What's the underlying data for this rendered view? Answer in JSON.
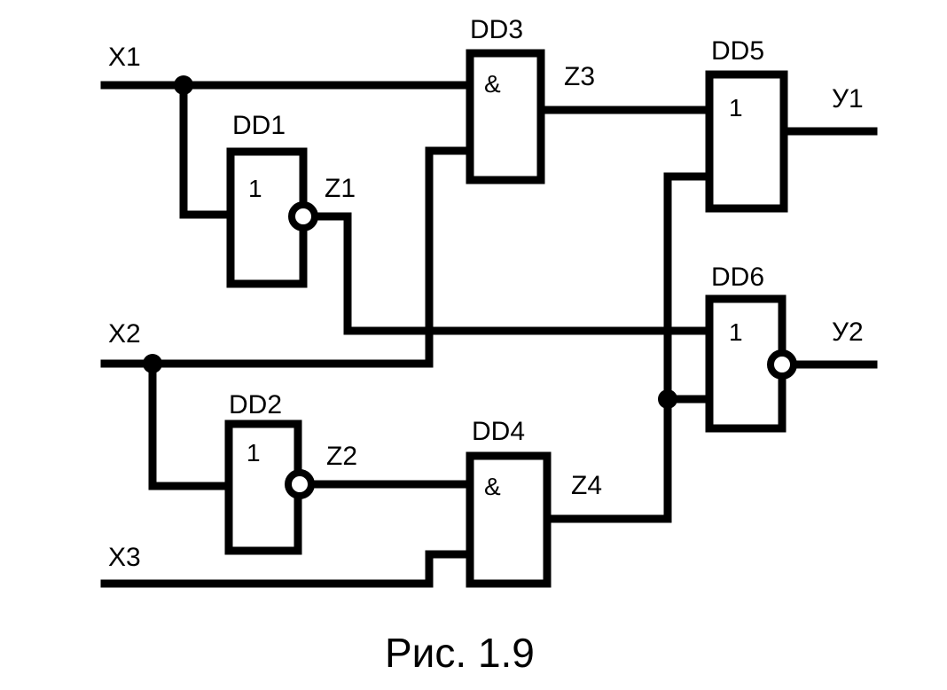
{
  "inputs": {
    "x1": "X1",
    "x2": "X2",
    "x3": "X3"
  },
  "outputs": {
    "y1": "У1",
    "y2": "У2"
  },
  "gates": {
    "dd1": {
      "name": "DD1",
      "symbol": "1"
    },
    "dd2": {
      "name": "DD2",
      "symbol": "1"
    },
    "dd3": {
      "name": "DD3",
      "symbol": "&"
    },
    "dd4": {
      "name": "DD4",
      "symbol": "&"
    },
    "dd5": {
      "name": "DD5",
      "symbol": "1"
    },
    "dd6": {
      "name": "DD6",
      "symbol": "1"
    }
  },
  "signals": {
    "z1": "Z1",
    "z2": "Z2",
    "z3": "Z3",
    "z4": "Z4"
  },
  "caption": "Рис. 1.9"
}
